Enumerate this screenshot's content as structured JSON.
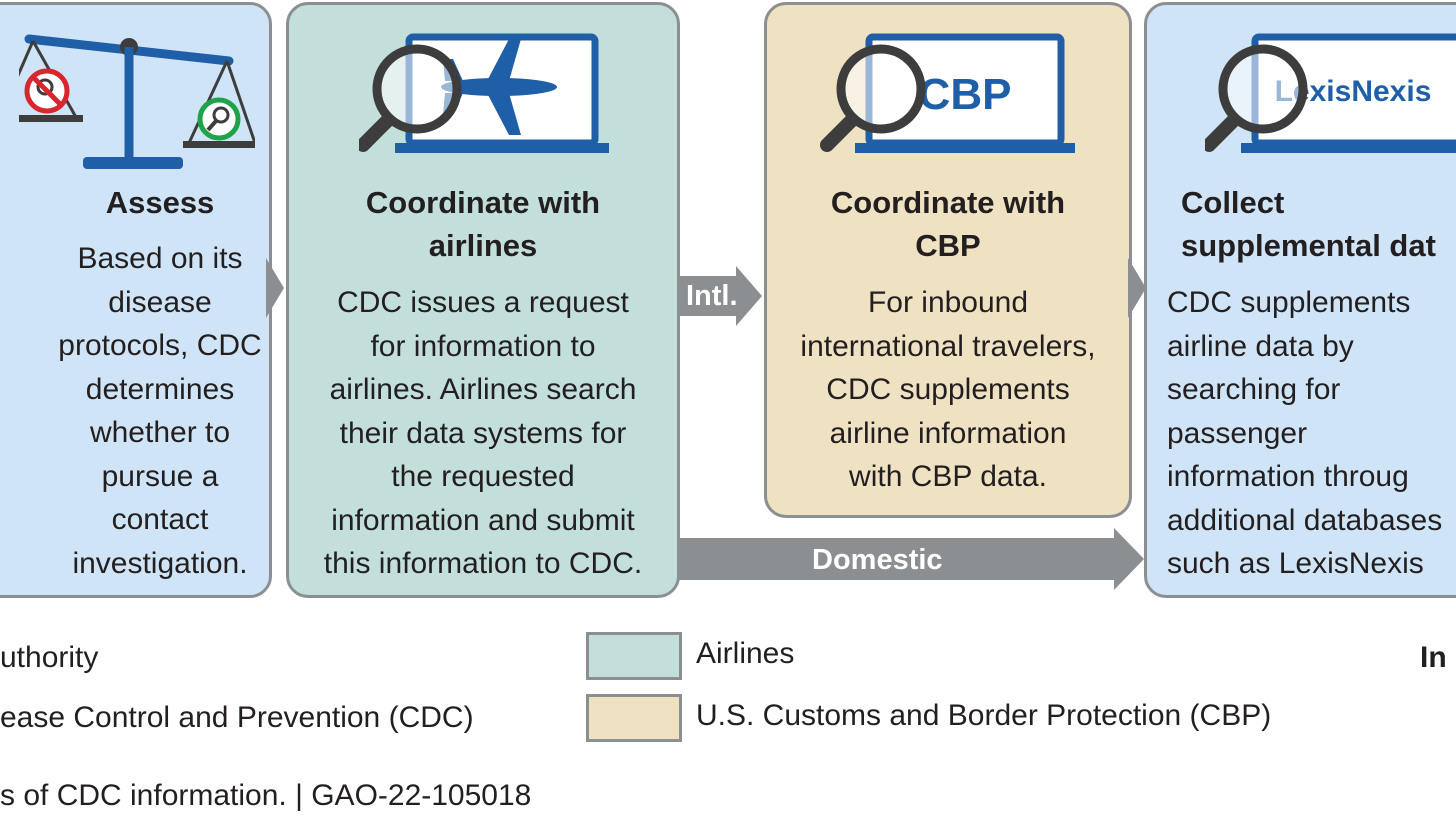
{
  "steps": [
    {
      "title": "Assess",
      "text": "Based on its\ndisease\nprotocols, CDC\ndetermines\nwhether to\npursue a\ncontact\ninvestigation."
    },
    {
      "title": "Coordinate with\nairlines",
      "text": "CDC issues a request\nfor information to\nairlines. Airlines search\ntheir data systems for\nthe requested\ninformation and submit\nthis information to CDC."
    },
    {
      "title": "Coordinate with\nCBP",
      "text": "For inbound\ninternational travelers,\nCDC supplements\nairline information\nwith CBP data."
    },
    {
      "title": "Collect\nsupplemental dat",
      "text": "CDC supplements\nairline data by\nsearching for\npassenger\ninformation throug\nadditional databases\nsuch as LexisNexis"
    }
  ],
  "icons": {
    "cbp_screen_text": "CBP",
    "lexisnexis_screen_text": "LexisNexis"
  },
  "arrows": {
    "intl_label": "Intl.",
    "domestic_label": "Domestic"
  },
  "legend": {
    "left_item_1": "uthority",
    "left_item_2": "ease Control and Prevention (CDC)",
    "airlines": "Airlines",
    "cbp": "U.S. Customs and Border Protection (CBP)",
    "right_partial": "In"
  },
  "source": "s of CDC information.  |  GAO-22-105018",
  "colors": {
    "cdc_blue": "#cfe4f6",
    "airlines_teal": "#c3dfdb",
    "cbp_tan": "#efe2c3",
    "arrow_gray": "#8c8f91",
    "icon_blue": "#1f5fa8",
    "red": "#d9262e",
    "green": "#1fa34a"
  }
}
